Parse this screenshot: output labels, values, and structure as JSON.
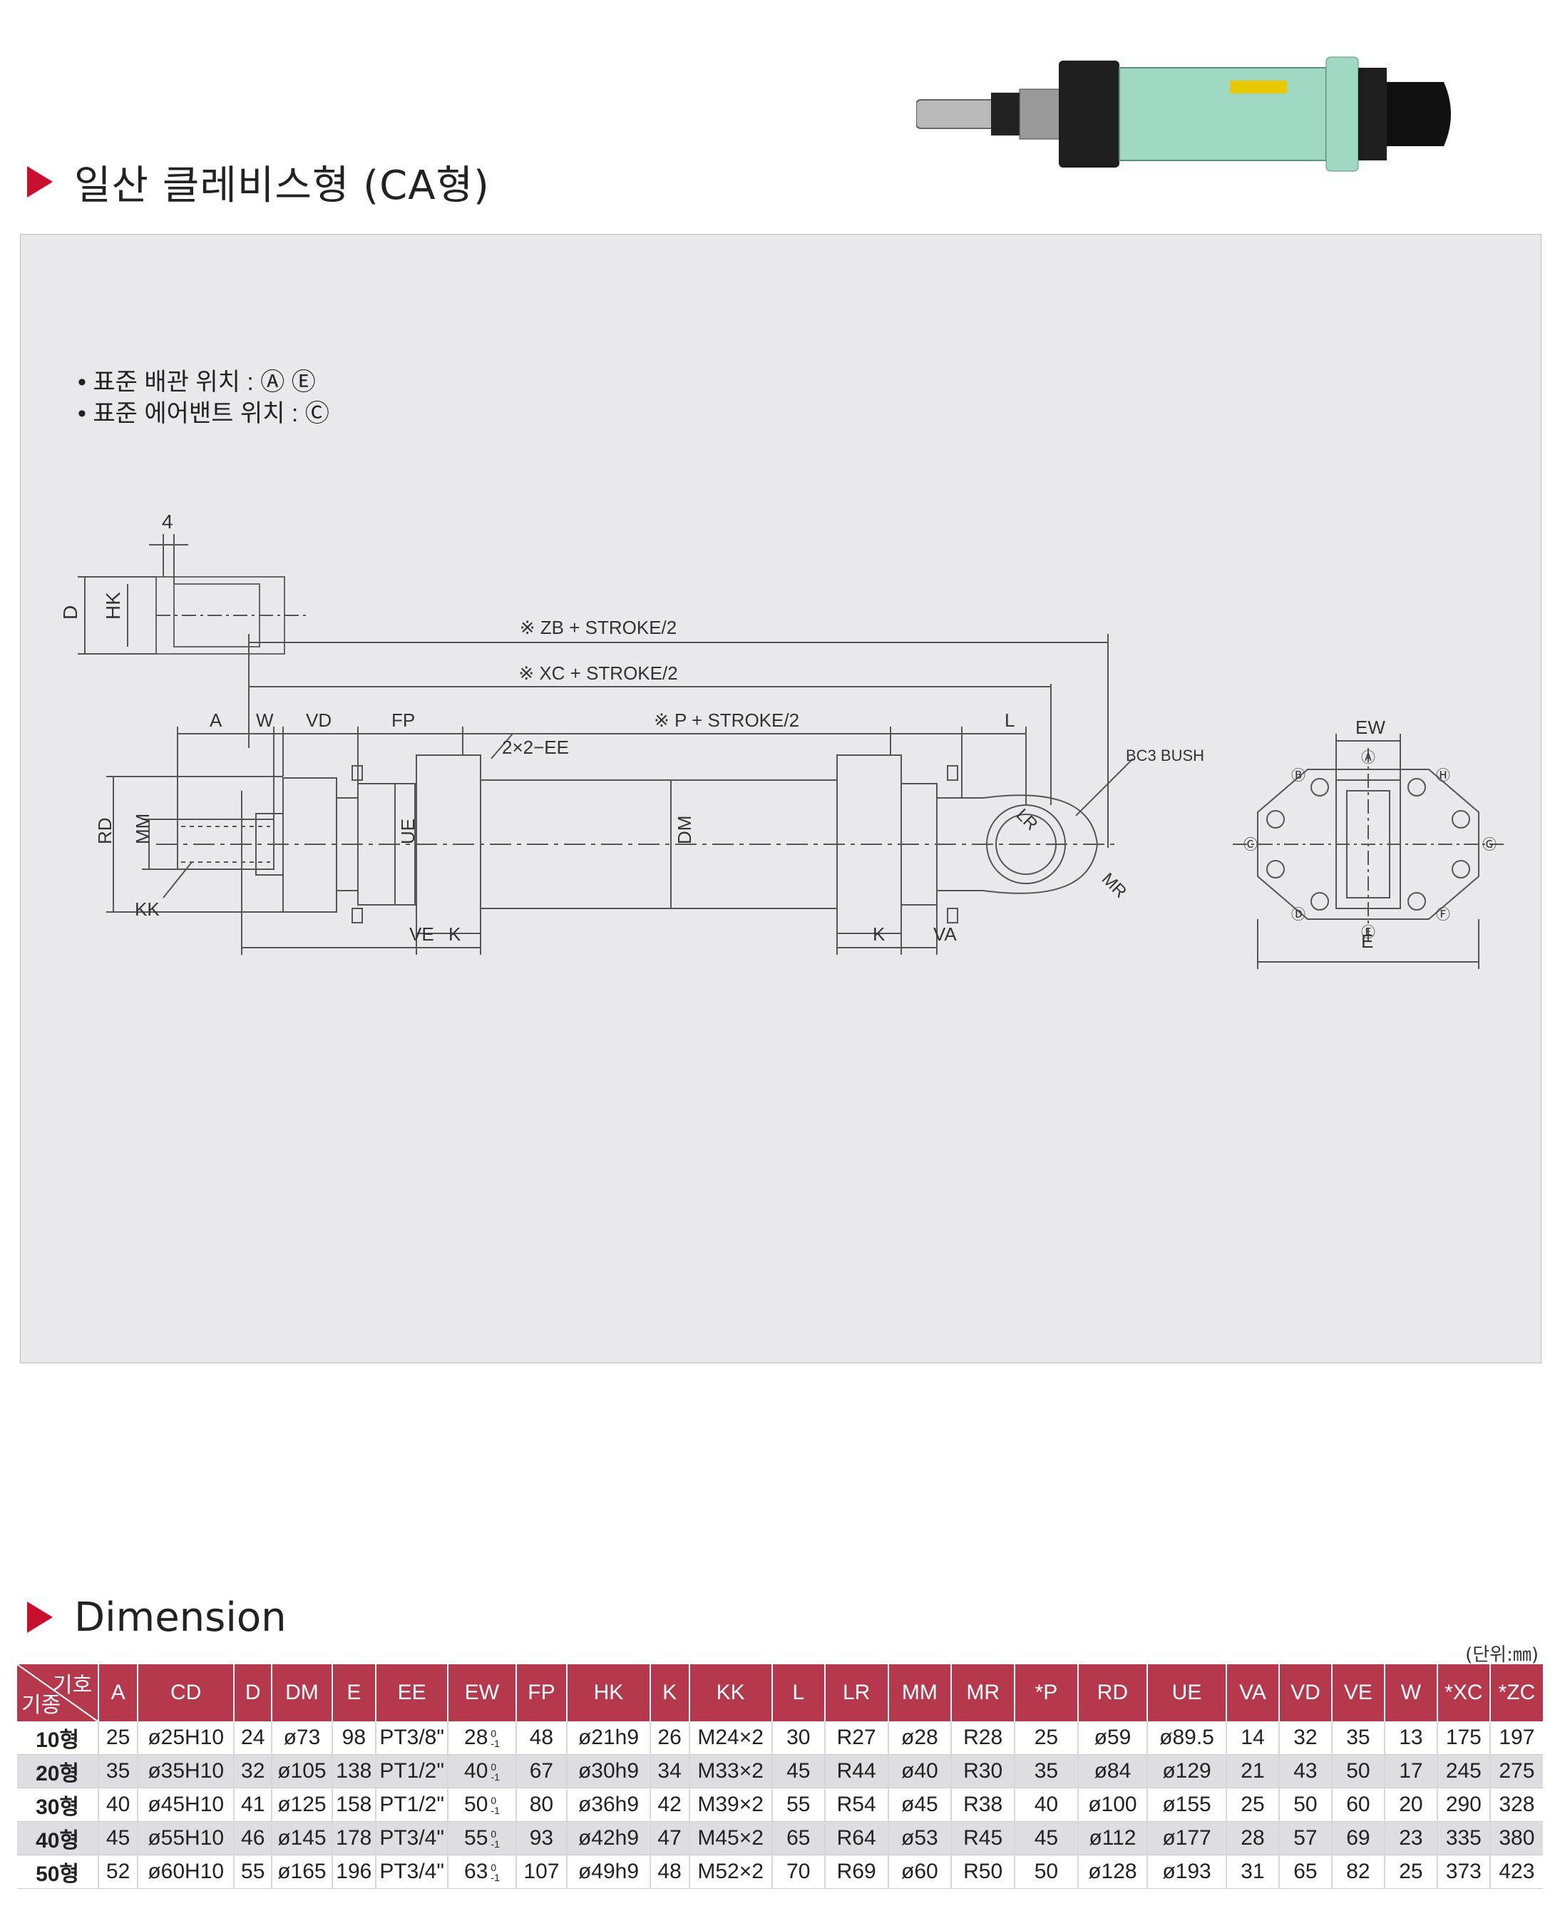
{
  "header": {
    "title": "일산 클레비스형 (CA형)"
  },
  "drawing": {
    "notes": [
      "• 표준 배관 위치 : Ⓐ Ⓔ",
      "• 표준 에어밴트 위치 : Ⓒ"
    ],
    "labels": {
      "four": "4",
      "d": "D",
      "hk": "HK",
      "zb": "※ ZB + STROKE/2",
      "xc": "※ XC + STROKE/2",
      "p": "※ P + STROKE/2",
      "a": "A",
      "w": "W",
      "vd": "VD",
      "fp": "FP",
      "l": "L",
      "ee": "2×2−EE",
      "bc3": "BC3 BUSH",
      "rd": "RD",
      "mm": "MM",
      "ue": "UE",
      "dm": "DM",
      "lr": "LR",
      "mr": "MR",
      "kk": "KK",
      "ve": "VE",
      "k1": "K",
      "k2": "K",
      "va": "VA",
      "ew": "EW",
      "e": "E",
      "pA": "Ⓐ",
      "pB": "Ⓑ",
      "pC": "Ⓒ",
      "pD": "Ⓓ",
      "pE": "Ⓔ",
      "pF": "Ⓕ",
      "pG": "Ⓖ",
      "pH": "Ⓗ"
    }
  },
  "dimension": {
    "heading": "Dimension",
    "unit": "(단위:㎜)",
    "corner_top": "기호",
    "corner_bottom": "기종",
    "columns": [
      "A",
      "CD",
      "D",
      "DM",
      "E",
      "EE",
      "EW",
      "FP",
      "HK",
      "K",
      "KK",
      "L",
      "LR",
      "MM",
      "MR",
      "*P",
      "RD",
      "UE",
      "VA",
      "VD",
      "VE",
      "W",
      "*XC",
      "*ZC"
    ],
    "ew_tolerance": {
      "upper": "0",
      "lower": "-1"
    },
    "rows": [
      {
        "model": "10형",
        "values": [
          "25",
          "ø25H10",
          "24",
          "ø73",
          "98",
          "PT3/8\"",
          "28",
          "48",
          "ø21h9",
          "26",
          "M24×2",
          "30",
          "R27",
          "ø28",
          "R28",
          "25",
          "ø59",
          "ø89.5",
          "14",
          "32",
          "35",
          "13",
          "175",
          "197"
        ]
      },
      {
        "model": "20형",
        "values": [
          "35",
          "ø35H10",
          "32",
          "ø105",
          "138",
          "PT1/2\"",
          "40",
          "67",
          "ø30h9",
          "34",
          "M33×2",
          "45",
          "R44",
          "ø40",
          "R30",
          "35",
          "ø84",
          "ø129",
          "21",
          "43",
          "50",
          "17",
          "245",
          "275"
        ]
      },
      {
        "model": "30형",
        "values": [
          "40",
          "ø45H10",
          "41",
          "ø125",
          "158",
          "PT1/2\"",
          "50",
          "80",
          "ø36h9",
          "42",
          "M39×2",
          "55",
          "R54",
          "ø45",
          "R38",
          "40",
          "ø100",
          "ø155",
          "25",
          "50",
          "60",
          "20",
          "290",
          "328"
        ]
      },
      {
        "model": "40형",
        "values": [
          "45",
          "ø55H10",
          "46",
          "ø145",
          "178",
          "PT3/4\"",
          "55",
          "93",
          "ø42h9",
          "47",
          "M45×2",
          "65",
          "R64",
          "ø53",
          "R45",
          "45",
          "ø112",
          "ø177",
          "28",
          "57",
          "69",
          "23",
          "335",
          "380"
        ]
      },
      {
        "model": "50형",
        "values": [
          "52",
          "ø60H10",
          "55",
          "ø165",
          "196",
          "PT3/4\"",
          "63",
          "107",
          "ø49h9",
          "48",
          "M52×2",
          "70",
          "R69",
          "ø60",
          "R50",
          "50",
          "ø128",
          "ø193",
          "31",
          "65",
          "82",
          "25",
          "373",
          "423"
        ]
      }
    ]
  }
}
